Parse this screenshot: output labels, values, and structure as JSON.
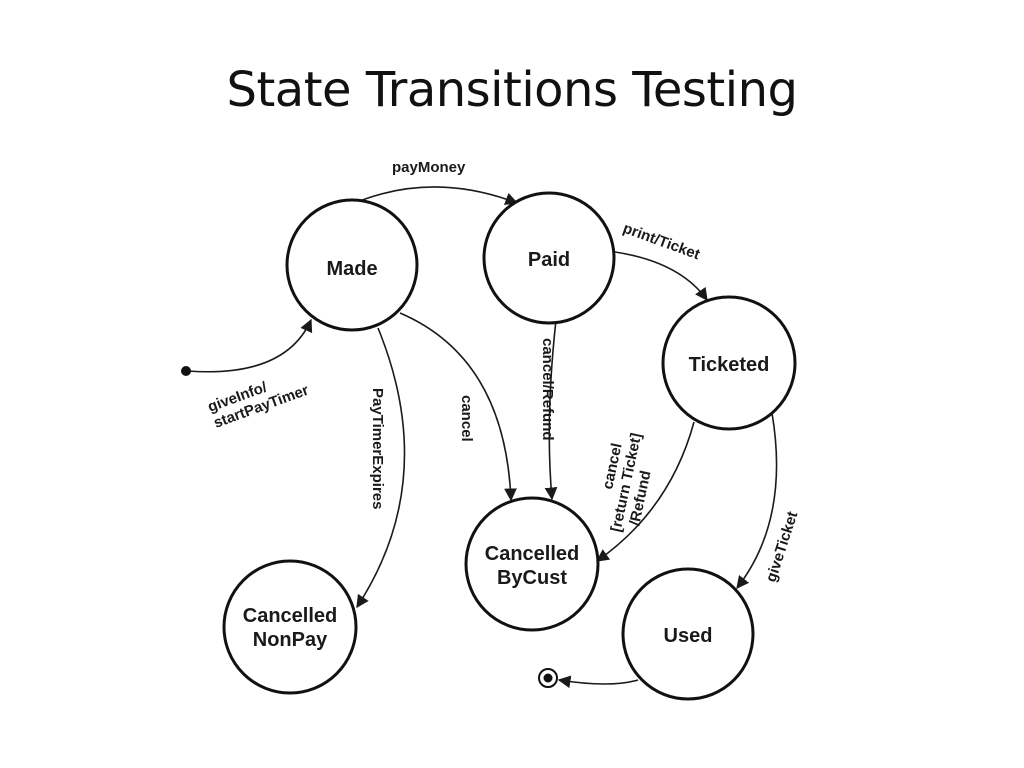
{
  "slide": {
    "title": "State Transitions Testing"
  },
  "states": {
    "made": [
      "Made"
    ],
    "paid": [
      "Paid"
    ],
    "ticketed": [
      "Ticketed"
    ],
    "cancelled_nonpay": [
      "Cancelled",
      "NonPay"
    ],
    "cancelled_bycust": [
      "Cancelled",
      "ByCust"
    ],
    "used": [
      "Used"
    ]
  },
  "transitions": {
    "pay_money": "payMoney",
    "print_ticket": "print/Ticket",
    "give_info": [
      "giveInfo/",
      "startPayTimer"
    ],
    "pay_timer_expires": "PayTimerExpires",
    "cancel_made": "cancel",
    "cancel_refund": "cancel/Refund",
    "cancel_return": [
      "cancel",
      "[return Ticket]",
      "/Refund"
    ],
    "give_ticket": "giveTicket"
  },
  "colors": {
    "stroke": "#111111",
    "background": "#ffffff"
  }
}
